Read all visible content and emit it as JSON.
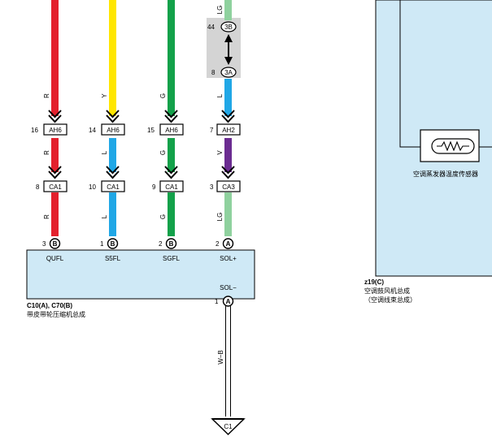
{
  "colors": {
    "red": "#e3212d",
    "yellow": "#ffe600",
    "green": "#13a14a",
    "light_green": "#8fd19e",
    "blue": "#20a7e6",
    "violet": "#6b2c91",
    "panel": "#cfe9f6",
    "shield": "#d4d4d4"
  },
  "wires": [
    {
      "id": "w1",
      "code_top": "R",
      "code_mid": "R",
      "code_bot": "R",
      "c1_pin": "16",
      "c1_name": "AH6",
      "c2_pin": "8",
      "c2_name": "CA1",
      "comp_pin": "3",
      "comp_conn": "B",
      "signal": "QUFL"
    },
    {
      "id": "w2",
      "code_top": "Y",
      "code_mid": "L",
      "code_bot": "L",
      "c1_pin": "14",
      "c1_name": "AH6",
      "c2_pin": "10",
      "c2_name": "CA1",
      "comp_pin": "1",
      "comp_conn": "B",
      "signal": "S5FL"
    },
    {
      "id": "w3",
      "code_top": "G",
      "code_mid": "G",
      "code_bot": "G",
      "c1_pin": "15",
      "c1_name": "AH6",
      "c2_pin": "9",
      "c2_name": "CA1",
      "comp_pin": "2",
      "comp_conn": "B",
      "signal": "SGFL"
    },
    {
      "id": "w4",
      "code_top": "L",
      "code_mid": "V",
      "code_bot": "LG",
      "c1_pin": "7",
      "c1_name": "AH2",
      "c2_pin": "3",
      "c2_name": "CA3",
      "comp_pin": "2",
      "comp_conn": "A",
      "signal": "SOL+"
    }
  ],
  "shield_block": {
    "wire_code_top": "LG",
    "top_pin": "44",
    "top_conn": "3B",
    "bottom_pin": "8",
    "bottom_conn": "3A"
  },
  "compressor": {
    "connector_label": "C10(A), C70(B)",
    "name_cn": "带皮带轮压缩机总成",
    "ground_signal": "SOL−",
    "ground_pin": "1",
    "ground_conn": "A",
    "ground_wire_code": "W−B",
    "ground_point": "C1"
  },
  "blower": {
    "connector_label": "z19(C)",
    "name_cn": "空调鼓风机总成",
    "sub_cn": "（空调线束总成）",
    "sensor_name_cn": "空调蒸发器温度传感器"
  }
}
